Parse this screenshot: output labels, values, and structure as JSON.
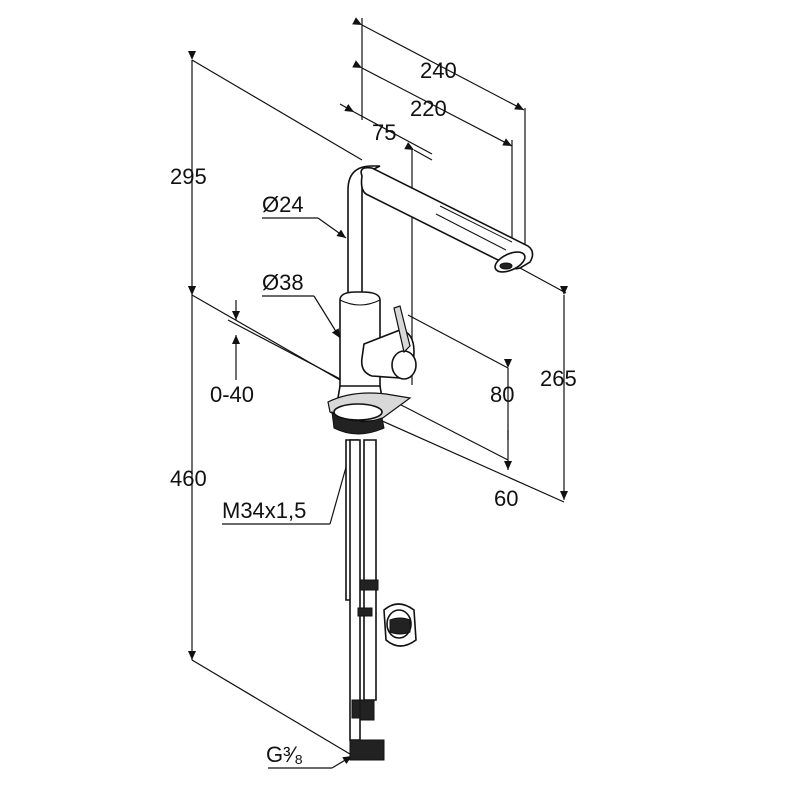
{
  "drawing": {
    "subject": "kitchen-faucet-dimension-drawing",
    "dimensions": {
      "width_outer": "240",
      "width_inner": "220",
      "lever_offset": "75",
      "height_spout": "295",
      "height_outlet": "265",
      "lever_height": "80",
      "base_height": "60",
      "deck_range": "0-40",
      "below_deck": "460",
      "spout_diameter": "Ø24",
      "body_diameter": "Ø38",
      "thread": "M34x1,5",
      "connection": "G³⁄₈"
    }
  }
}
